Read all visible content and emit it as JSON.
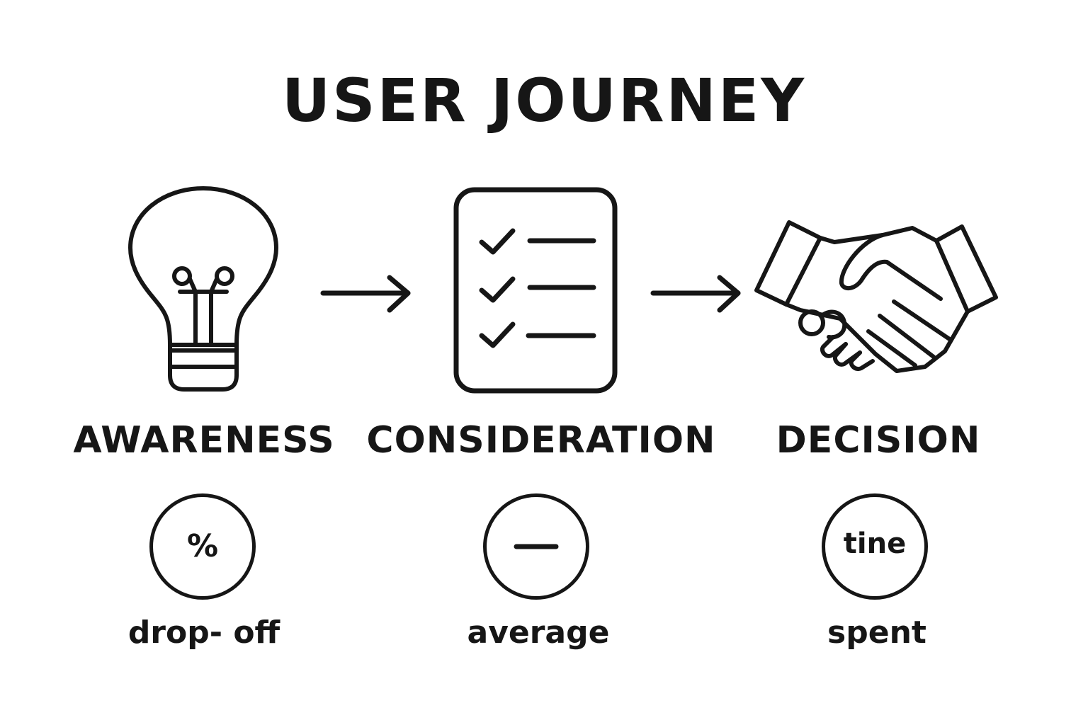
{
  "title": "USER JOURNEY",
  "stages": [
    {
      "label": "AWARENESS",
      "icon": "lightbulb-icon"
    },
    {
      "label": "CONSIDERATION",
      "icon": "checklist-icon"
    },
    {
      "label": "DECISION",
      "icon": "handshake-icon"
    }
  ],
  "arrows": [
    "arrow-right-icon",
    "arrow-right-icon"
  ],
  "metrics": [
    {
      "symbol": "%",
      "caption": "drop- off"
    },
    {
      "symbol": "",
      "caption": "average",
      "icon": "minus-icon"
    },
    {
      "symbol": "tine",
      "caption": "spent"
    }
  ],
  "colors": {
    "ink": "#161616",
    "background": "#ffffff"
  }
}
